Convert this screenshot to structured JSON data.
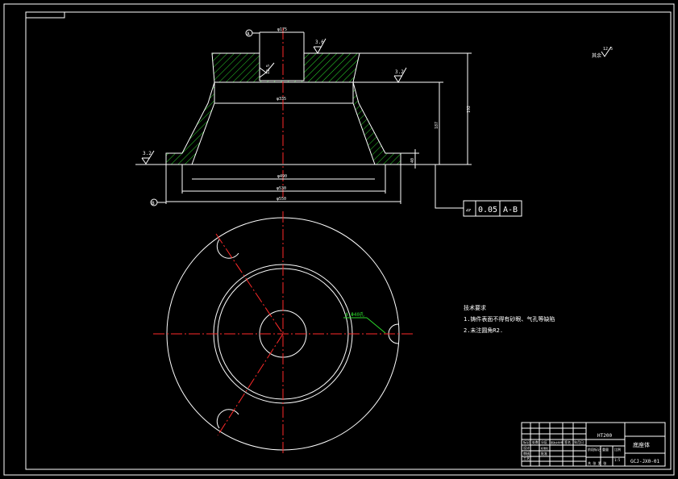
{
  "drawing": {
    "top_view": {
      "dims": {
        "top_dia": "φ175",
        "inner_dia": "φ335",
        "bore_dia": "φ490",
        "flange_dia1": "φ530",
        "flange_dia2": "φ550",
        "height_total": "192",
        "height_inner": "187",
        "flange_thk": "40"
      },
      "roughness": [
        "3.2",
        "3.6",
        "3.2",
        "12.5"
      ],
      "datum_a": "A",
      "datum_b": "B"
    },
    "tolerance_frame": {
      "symbol": "▱",
      "value": "0.05",
      "datum": "A-B"
    },
    "corner_roughness": {
      "label": "其余",
      "value": "12.5"
    },
    "notes": {
      "title": "技术要求",
      "line1": "1.铸件表面不得有砂眼、气孔等缺陷",
      "line2": "2.未注圆角R2."
    },
    "hole_label": "4-Φ40孔",
    "title_block": {
      "material": "HT200",
      "part_name": "底座体",
      "drawing_no": "GCJ-JX0-01",
      "scale": "1:5",
      "row_labels": [
        "标记",
        "处数",
        "分区",
        "更改文件号",
        "签名",
        "年月日"
      ],
      "row_labels2": [
        "设计",
        "审核",
        "工艺",
        "标准化",
        "批准"
      ],
      "stage_labels": [
        "阶段标记",
        "重量",
        "比例"
      ],
      "sheet_text": "共 张 第 张"
    }
  },
  "colors": {
    "background": "#000000",
    "lines": "#ffffff",
    "center_lines": "#ff2a2a",
    "hatch": "#2bd92b"
  }
}
